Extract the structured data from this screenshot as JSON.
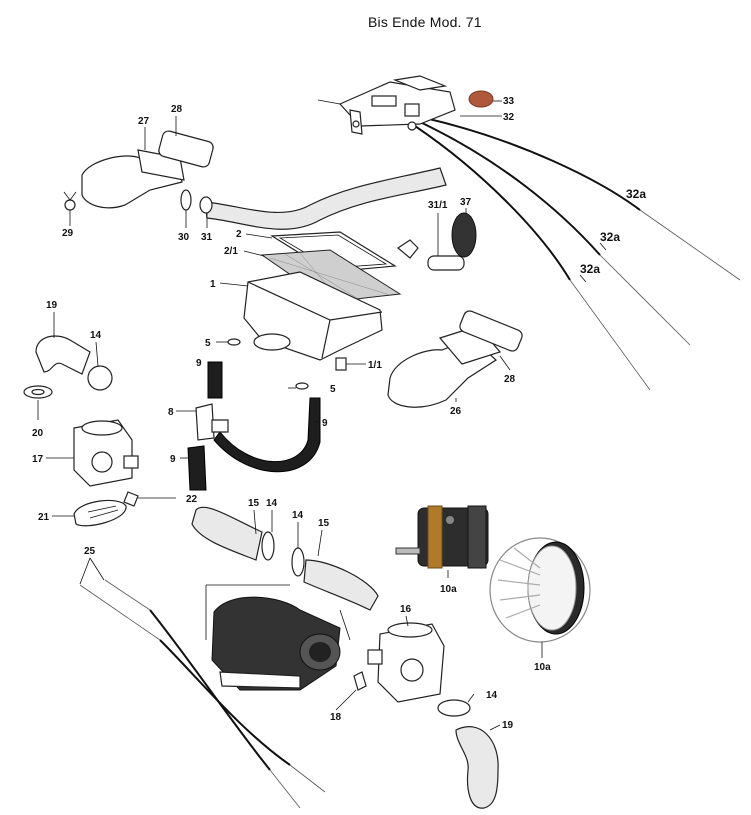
{
  "header": {
    "title": "Bis Ende Mod. 71"
  },
  "labels": {
    "p1": "1",
    "p1_1": "1/1",
    "p2": "2",
    "p2_1": "2/1",
    "p5a": "5",
    "p5b": "5",
    "p8": "8",
    "p9a": "9",
    "p9b": "9",
    "p9c": "9",
    "p10a_motor": "10a",
    "p10a_fan": "10a",
    "p14a": "14",
    "p14b": "14",
    "p14c": "14",
    "p14d": "14",
    "p15a": "15",
    "p15b": "15",
    "p16": "16",
    "p17": "17",
    "p18": "18",
    "p19a": "19",
    "p19b": "19",
    "p20": "20",
    "p21": "21",
    "p22": "22",
    "p25": "25",
    "p26": "26",
    "p27": "27",
    "p28a": "28",
    "p28b": "28",
    "p29": "29",
    "p30": "30",
    "p31": "31",
    "p31_1": "31/1",
    "p32": "32",
    "p32a_1": "32a",
    "p32a_2": "32a",
    "p32a_3": "32a",
    "p33": "33",
    "p37": "37"
  },
  "colors": {
    "ink": "#111111",
    "cap_33": "#b0583a",
    "motor_band": "#b07a2a"
  }
}
